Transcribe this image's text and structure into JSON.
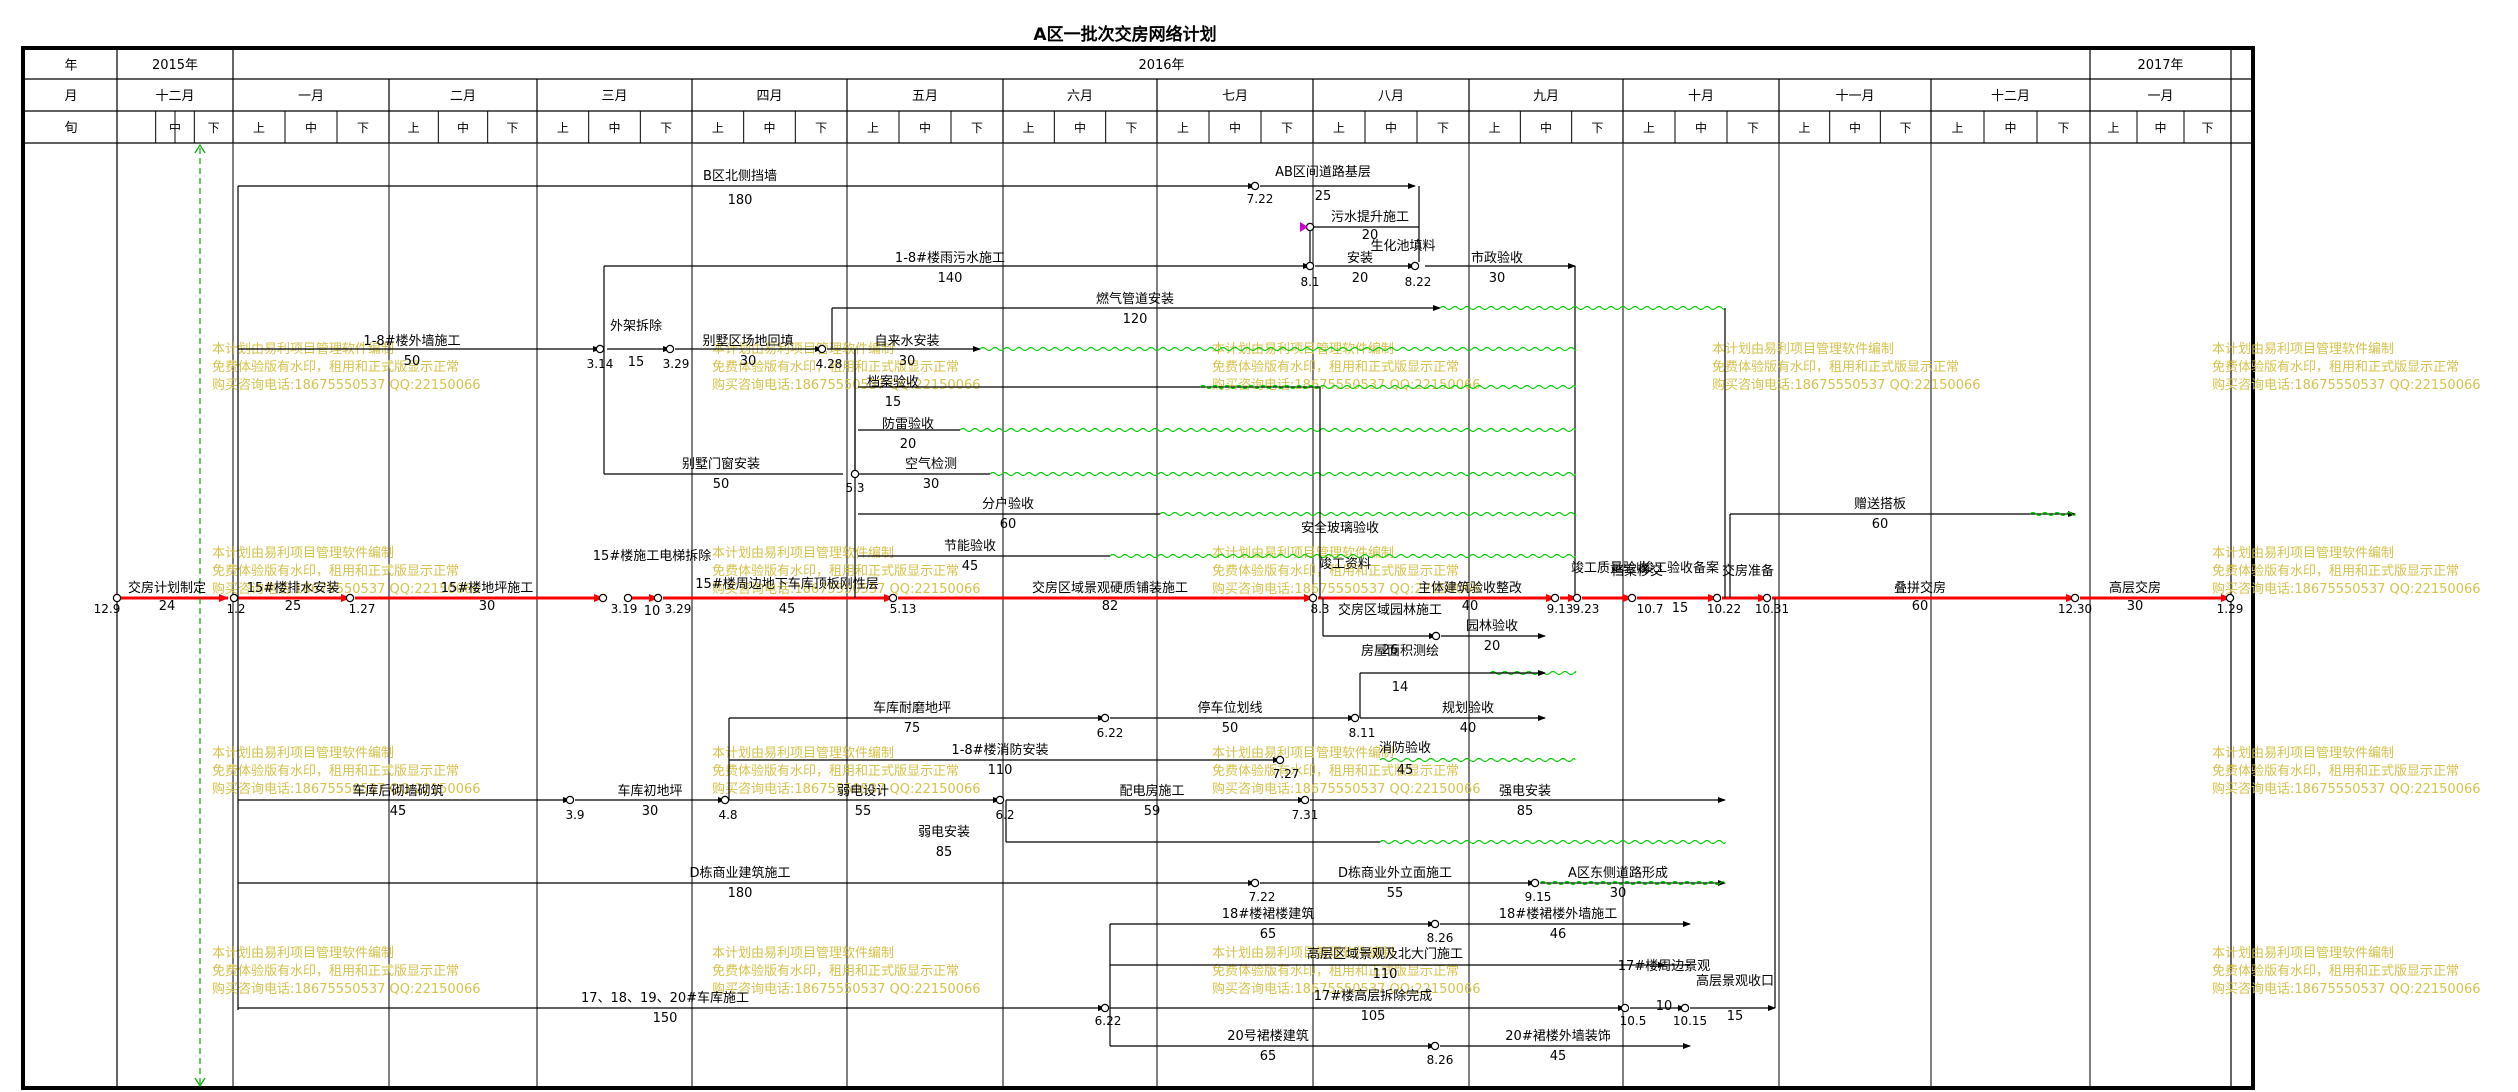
{
  "title": "A区一批次交房网络计划",
  "header": {
    "row_labels": [
      "年",
      "月",
      "旬"
    ],
    "years": [
      {
        "label": "2015年"
      },
      {
        "label": "2016年"
      },
      {
        "label": "2017年"
      }
    ],
    "months": [
      "十二月",
      "一月",
      "二月",
      "三月",
      "四月",
      "五月",
      "六月",
      "七月",
      "八月",
      "九月",
      "十月",
      "十一月",
      "十二月",
      "一月"
    ],
    "dekad_labels": [
      "上",
      "中",
      "下"
    ]
  },
  "watermark": {
    "line1": "本计划由易利项目管理软件编制",
    "line2": "免费体验版有水印，租用和正式版显示正常",
    "line3": "购买咨询电话:18675550537 QQ:22150066"
  },
  "colors": {
    "critical": "#ff0000",
    "normal": "#000000",
    "free_float": "#00cc00",
    "grid": "#000000",
    "watermark": "#d6c24a",
    "milestone_arrow": "#00aa00",
    "magenta": "#cc00cc"
  },
  "tasks": [
    {
      "name": "交房计划制定",
      "duration": "24",
      "start_label": "12.9",
      "end_label": "1.2",
      "critical": true
    },
    {
      "name": "15#楼排水安装",
      "duration": "25",
      "end_label": "1.27",
      "critical": true
    },
    {
      "name": "15#楼地坪施工",
      "duration": "30",
      "critical": true
    },
    {
      "name": "15#楼施工电梯拆除",
      "duration": "10",
      "start_label": "3.19",
      "end_label": "3.29",
      "critical": true
    },
    {
      "name": "15#楼周边地下车库顶板刚性层",
      "duration": "45",
      "critical": true
    },
    {
      "name": "交房区域景观硬质铺装施工",
      "duration": "82",
      "start_label": "5.13",
      "critical": true
    },
    {
      "name": "主体建筑验收整改",
      "duration": "40",
      "start_label": "8.3",
      "critical": true
    },
    {
      "name": "竣工质量验收",
      "duration": "",
      "start_label": "9.13",
      "critical": true
    },
    {
      "name": "档案移交",
      "duration": "",
      "start_label": "9.23",
      "critical": true
    },
    {
      "name": "竣工验收备案",
      "duration": "15",
      "start_label": "10.7",
      "end_label": "10.22",
      "critical": true
    },
    {
      "name": "交房准备",
      "duration": "",
      "start_label": "10.31",
      "critical": true
    },
    {
      "name": "叠拼交房",
      "duration": "60",
      "critical": true
    },
    {
      "name": "高层交房",
      "duration": "30",
      "start_label": "12.30",
      "end_label": "1.29",
      "critical": true
    },
    {
      "name": "B区北侧挡墙",
      "duration": "180",
      "end_label": "7.22"
    },
    {
      "name": "AB区间道路基层",
      "duration": "25"
    },
    {
      "name": "污水提升施工",
      "duration": "20"
    },
    {
      "name": "生化池填料",
      "duration": ""
    },
    {
      "name": "1-8#楼雨污水施工",
      "duration": "140",
      "end_label": "8.1"
    },
    {
      "name": "安装",
      "duration": "20",
      "end_label": "8.22"
    },
    {
      "name": "市政验收",
      "duration": "30"
    },
    {
      "name": "燃气管道安装",
      "duration": "120"
    },
    {
      "name": "1-8#楼外墙施工",
      "duration": "50",
      "end_label": "3.14"
    },
    {
      "name": "外架拆除",
      "duration": "15",
      "end_label": "3.29"
    },
    {
      "name": "别墅区场地回填",
      "duration": "30",
      "end_label": "4.28"
    },
    {
      "name": "自来水安装",
      "duration": "30"
    },
    {
      "name": "档案验收",
      "duration": "15"
    },
    {
      "name": "防雷验收",
      "duration": "20"
    },
    {
      "name": "空气检测",
      "duration": "30"
    },
    {
      "name": "别墅门窗安装",
      "duration": "50",
      "end_label": "5.3"
    },
    {
      "name": "分户验收",
      "duration": "60"
    },
    {
      "name": "节能验收",
      "duration": "45"
    },
    {
      "name": "安全玻璃验收",
      "duration": ""
    },
    {
      "name": "竣工资料",
      "duration": ""
    },
    {
      "name": "交房区域园林施工",
      "duration": "26"
    },
    {
      "name": "园林验收",
      "duration": "20"
    },
    {
      "name": "房屋面积测绘",
      "duration": "14"
    },
    {
      "name": "车库耐磨地坪",
      "duration": "75",
      "end_label": "6.22"
    },
    {
      "name": "停车位划线",
      "duration": "50",
      "end_label": "8.11"
    },
    {
      "name": "规划验收",
      "duration": "40"
    },
    {
      "name": "1-8#楼消防安装",
      "duration": "110",
      "end_label": "7.27"
    },
    {
      "name": "消防验收",
      "duration": "45"
    },
    {
      "name": "车库后砌墙砌筑",
      "duration": "45",
      "end_label": "3.9"
    },
    {
      "name": "车库初地坪",
      "duration": "30",
      "end_label": "4.8"
    },
    {
      "name": "弱电设计",
      "duration": "55",
      "end_label": "6.2"
    },
    {
      "name": "配电房施工",
      "duration": "59",
      "end_label": "7.31"
    },
    {
      "name": "强电安装",
      "duration": "85"
    },
    {
      "name": "弱电安装",
      "duration": "85"
    },
    {
      "name": "D栋商业建筑施工",
      "duration": "180",
      "end_label": "7.22"
    },
    {
      "name": "D栋商业外立面施工",
      "duration": "55",
      "end_label": "9.15"
    },
    {
      "name": "A区东侧道路形成",
      "duration": "30"
    },
    {
      "name": "18#楼裙楼建筑",
      "duration": "65",
      "end_label": "8.26"
    },
    {
      "name": "18#楼裙楼外墙施工",
      "duration": "46"
    },
    {
      "name": "高层区域景观及北大门施工",
      "duration": "110"
    },
    {
      "name": "17、18、19、20#车库施工",
      "duration": "150",
      "end_label": "6.22"
    },
    {
      "name": "17#楼高层拆除完成",
      "duration": "105",
      "end_label": "10.5"
    },
    {
      "name": "17#楼周边景观",
      "duration": "10",
      "end_label": "10.15"
    },
    {
      "name": "高层景观收口",
      "duration": "15"
    },
    {
      "name": "20号裙楼建筑",
      "duration": "65",
      "end_label": "8.26"
    },
    {
      "name": "20#裙楼外墙装饰",
      "duration": "45"
    },
    {
      "name": "赠送搭板",
      "duration": "60"
    }
  ]
}
